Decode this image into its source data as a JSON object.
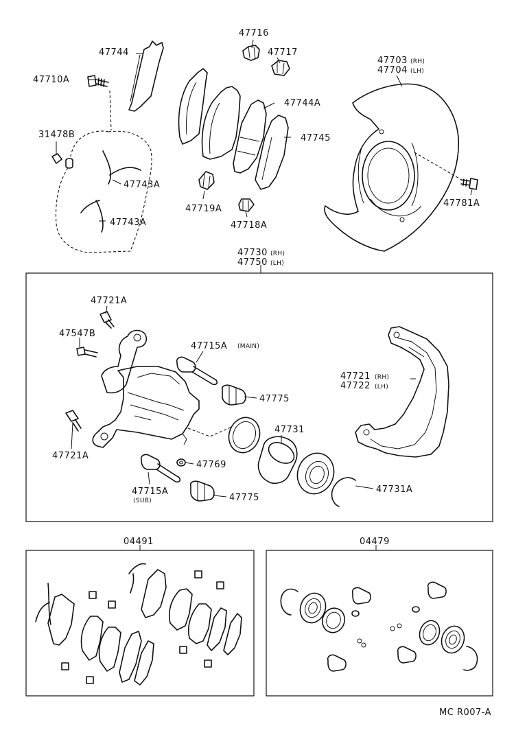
{
  "labels": {
    "p47716": "47716",
    "p47744": "47744",
    "p47717": "47717",
    "p47703": "47703",
    "p47703_rh": "(RH)",
    "p47704": "47704",
    "p47704_lh": "(LH)",
    "p47710A": "47710A",
    "p47744A": "47744A",
    "p31478B": "31478B",
    "p47745": "47745",
    "p47743A_1": "47743A",
    "p47719A": "47719A",
    "p47718A": "47718A",
    "p47781A": "47781A",
    "p47743A_2": "47743A",
    "p47730": "47730",
    "p47730_rh": "(RH)",
    "p47750": "47750",
    "p47750_lh": "(LH)",
    "p47721A_1": "47721A",
    "p47547B": "47547B",
    "p47715A_main": "47715A",
    "main_tag": "(MAIN)",
    "p47721": "47721",
    "p47721_rh": "(RH)",
    "p47722": "47722",
    "p47722_lh": "(LH)",
    "p47775_1": "47775",
    "p47731": "47731",
    "p47721A_2": "47721A",
    "p47769": "47769",
    "p47715A_sub": "47715A",
    "sub_tag": "(SUB)",
    "p47775_2": "47775",
    "p47731A": "47731A",
    "kit_pads": "04491",
    "kit_seals": "04479"
  },
  "footer": {
    "code": "MC  R007-A"
  }
}
